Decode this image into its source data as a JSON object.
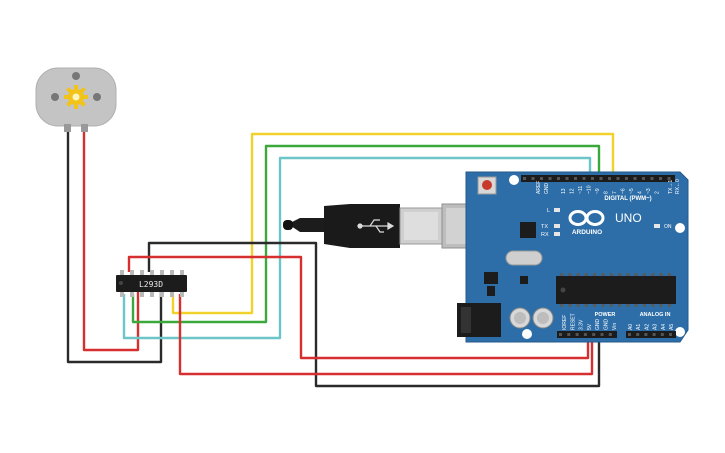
{
  "motor": {
    "name": "dc-motor"
  },
  "ic": {
    "label": "L293D"
  },
  "arduino": {
    "uno_label": "UNO",
    "brand": "ARDUINO",
    "digital_header": "DIGITAL (PWM~)",
    "analog_header": "ANALOG IN",
    "power_header": "POWER",
    "on_label": "ON",
    "aref": "AREF",
    "gnd": "GND",
    "l_led": "L",
    "tx": "TX",
    "rx": "RX",
    "tx_rx_pins": "TX→1",
    "rx_pin": "RX←0",
    "digital_pins": [
      "13",
      "12",
      "~11",
      "~10",
      "~9",
      "8",
      "7",
      "~6",
      "~5",
      "4",
      "~3",
      "2"
    ],
    "analog_pins": [
      "A0",
      "A1",
      "A2",
      "A3",
      "A4",
      "A5"
    ],
    "power_pins": [
      "IOREF",
      "RESET",
      "3.3V",
      "5V",
      "GND",
      "GND",
      "Vin"
    ]
  },
  "colors": {
    "board": "#2d6ea8",
    "board_dark": "#1f5a8e",
    "wire_red": "#d62f2f",
    "wire_black": "#2a2a2a",
    "wire_yellow": "#f2d22a",
    "wire_green": "#3aa83a",
    "wire_cyan": "#6cc6c8",
    "motor_body": "#bdbdbd",
    "motor_gear": "#f2c318"
  }
}
